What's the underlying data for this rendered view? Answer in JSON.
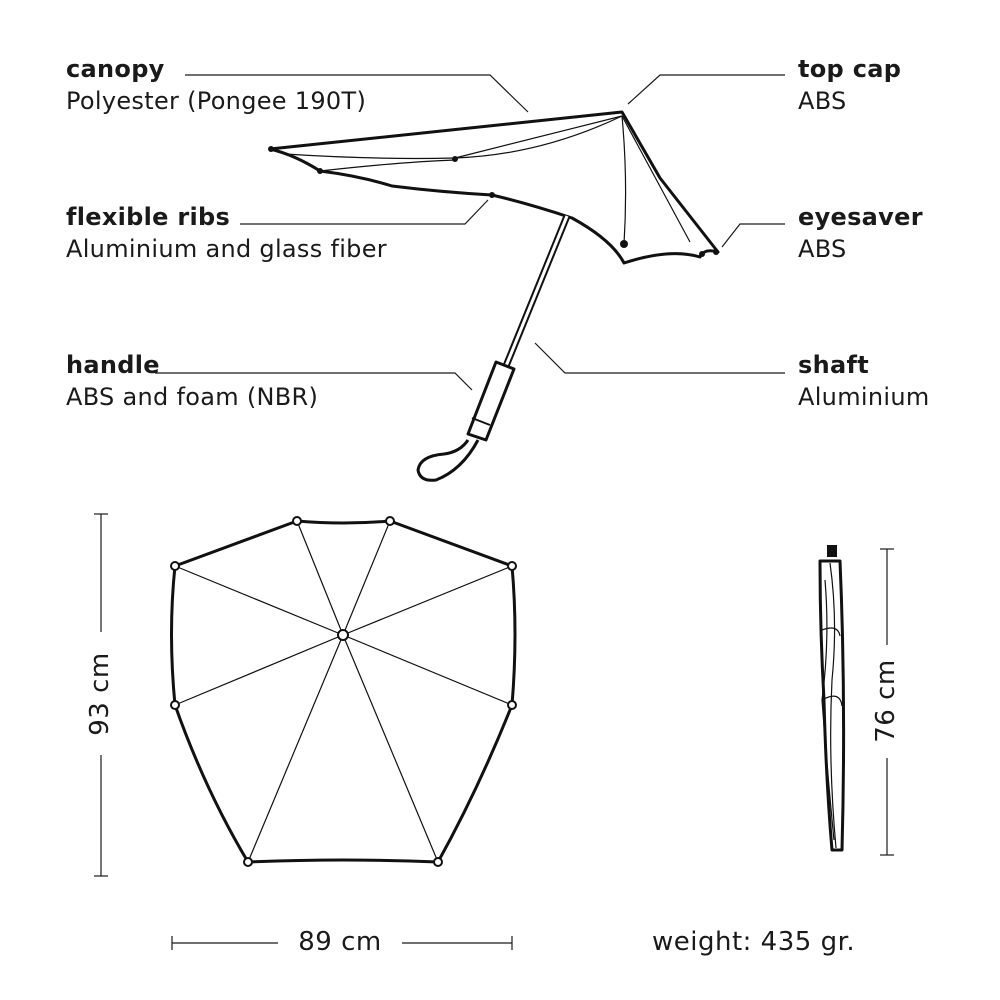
{
  "parts": [
    {
      "id": "canopy",
      "name": "canopy",
      "material": "Polyester (Pongee 190T)"
    },
    {
      "id": "top-cap",
      "name": "top cap",
      "material": "ABS"
    },
    {
      "id": "flexible-ribs",
      "name": "flexible ribs",
      "material": "Aluminium and glass fiber"
    },
    {
      "id": "eyesaver",
      "name": "eyesaver",
      "material": "ABS"
    },
    {
      "id": "handle",
      "name": "handle",
      "material": "ABS and foam (NBR)"
    },
    {
      "id": "shaft",
      "name": "shaft",
      "material": "Aluminium"
    }
  ],
  "dimensions": {
    "open_height": "93 cm",
    "open_width": "89 cm",
    "closed_length": "76 cm"
  },
  "weight": "weight: 435 gr.",
  "colors": {
    "line": "#1a1a1a",
    "background": "#ffffff"
  }
}
